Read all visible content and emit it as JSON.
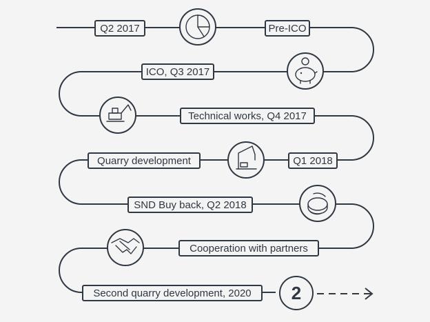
{
  "timeline": {
    "milestones": [
      {
        "label": "Q2 2017"
      },
      {
        "label": "Pre-ICO"
      },
      {
        "label": "ICO, Q3 2017"
      },
      {
        "label": "Technical works, Q4 2017"
      },
      {
        "label": "Quarry development"
      },
      {
        "label": "Q1 2018"
      },
      {
        "label": "SND Buy back, Q2 2018"
      },
      {
        "label": "Cooperation with partners"
      },
      {
        "label": "Second quarry development, 2020"
      }
    ],
    "final_marker": "2"
  },
  "icons": [
    "pie-chart-icon",
    "piggy-bank-icon",
    "excavator-icon",
    "crane-icon",
    "coin-exchange-icon",
    "handshake-icon"
  ],
  "colors": {
    "line": "#2f3742",
    "background": "#f4f4f4"
  }
}
